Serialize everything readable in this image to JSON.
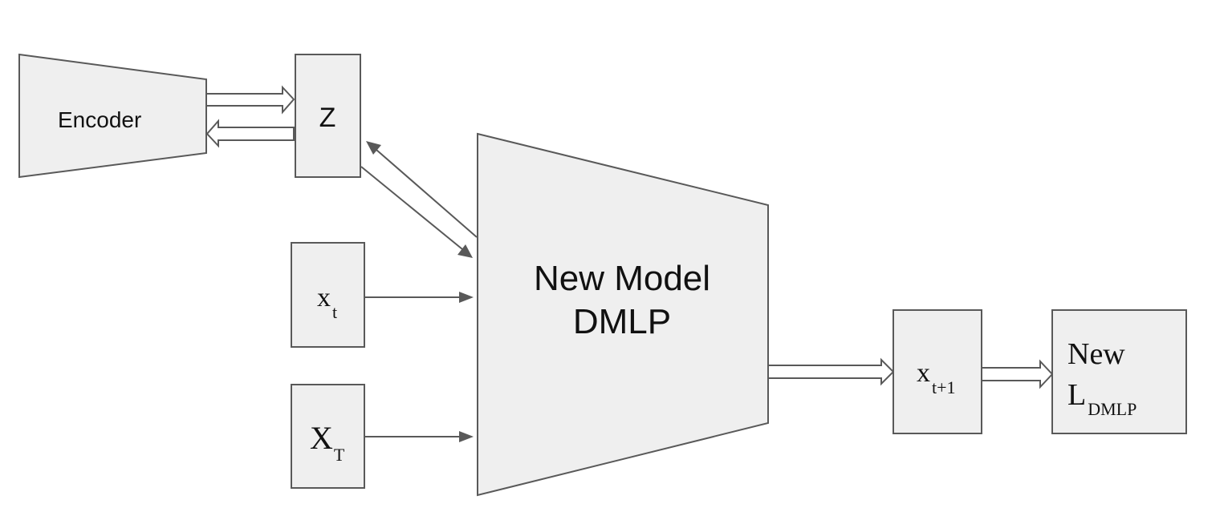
{
  "diagram": {
    "encoder": {
      "label": "Encoder"
    },
    "latent": {
      "label": "Z"
    },
    "model": {
      "line1": "New Model",
      "line2": "DMLP"
    },
    "input_xt": {
      "base": "x",
      "sub": "t"
    },
    "input_XT": {
      "base": "X",
      "sub": "T"
    },
    "output": {
      "base": "x",
      "sub": "t+1"
    },
    "loss": {
      "line1": "New",
      "base": "L",
      "sub": "DMLP"
    }
  }
}
